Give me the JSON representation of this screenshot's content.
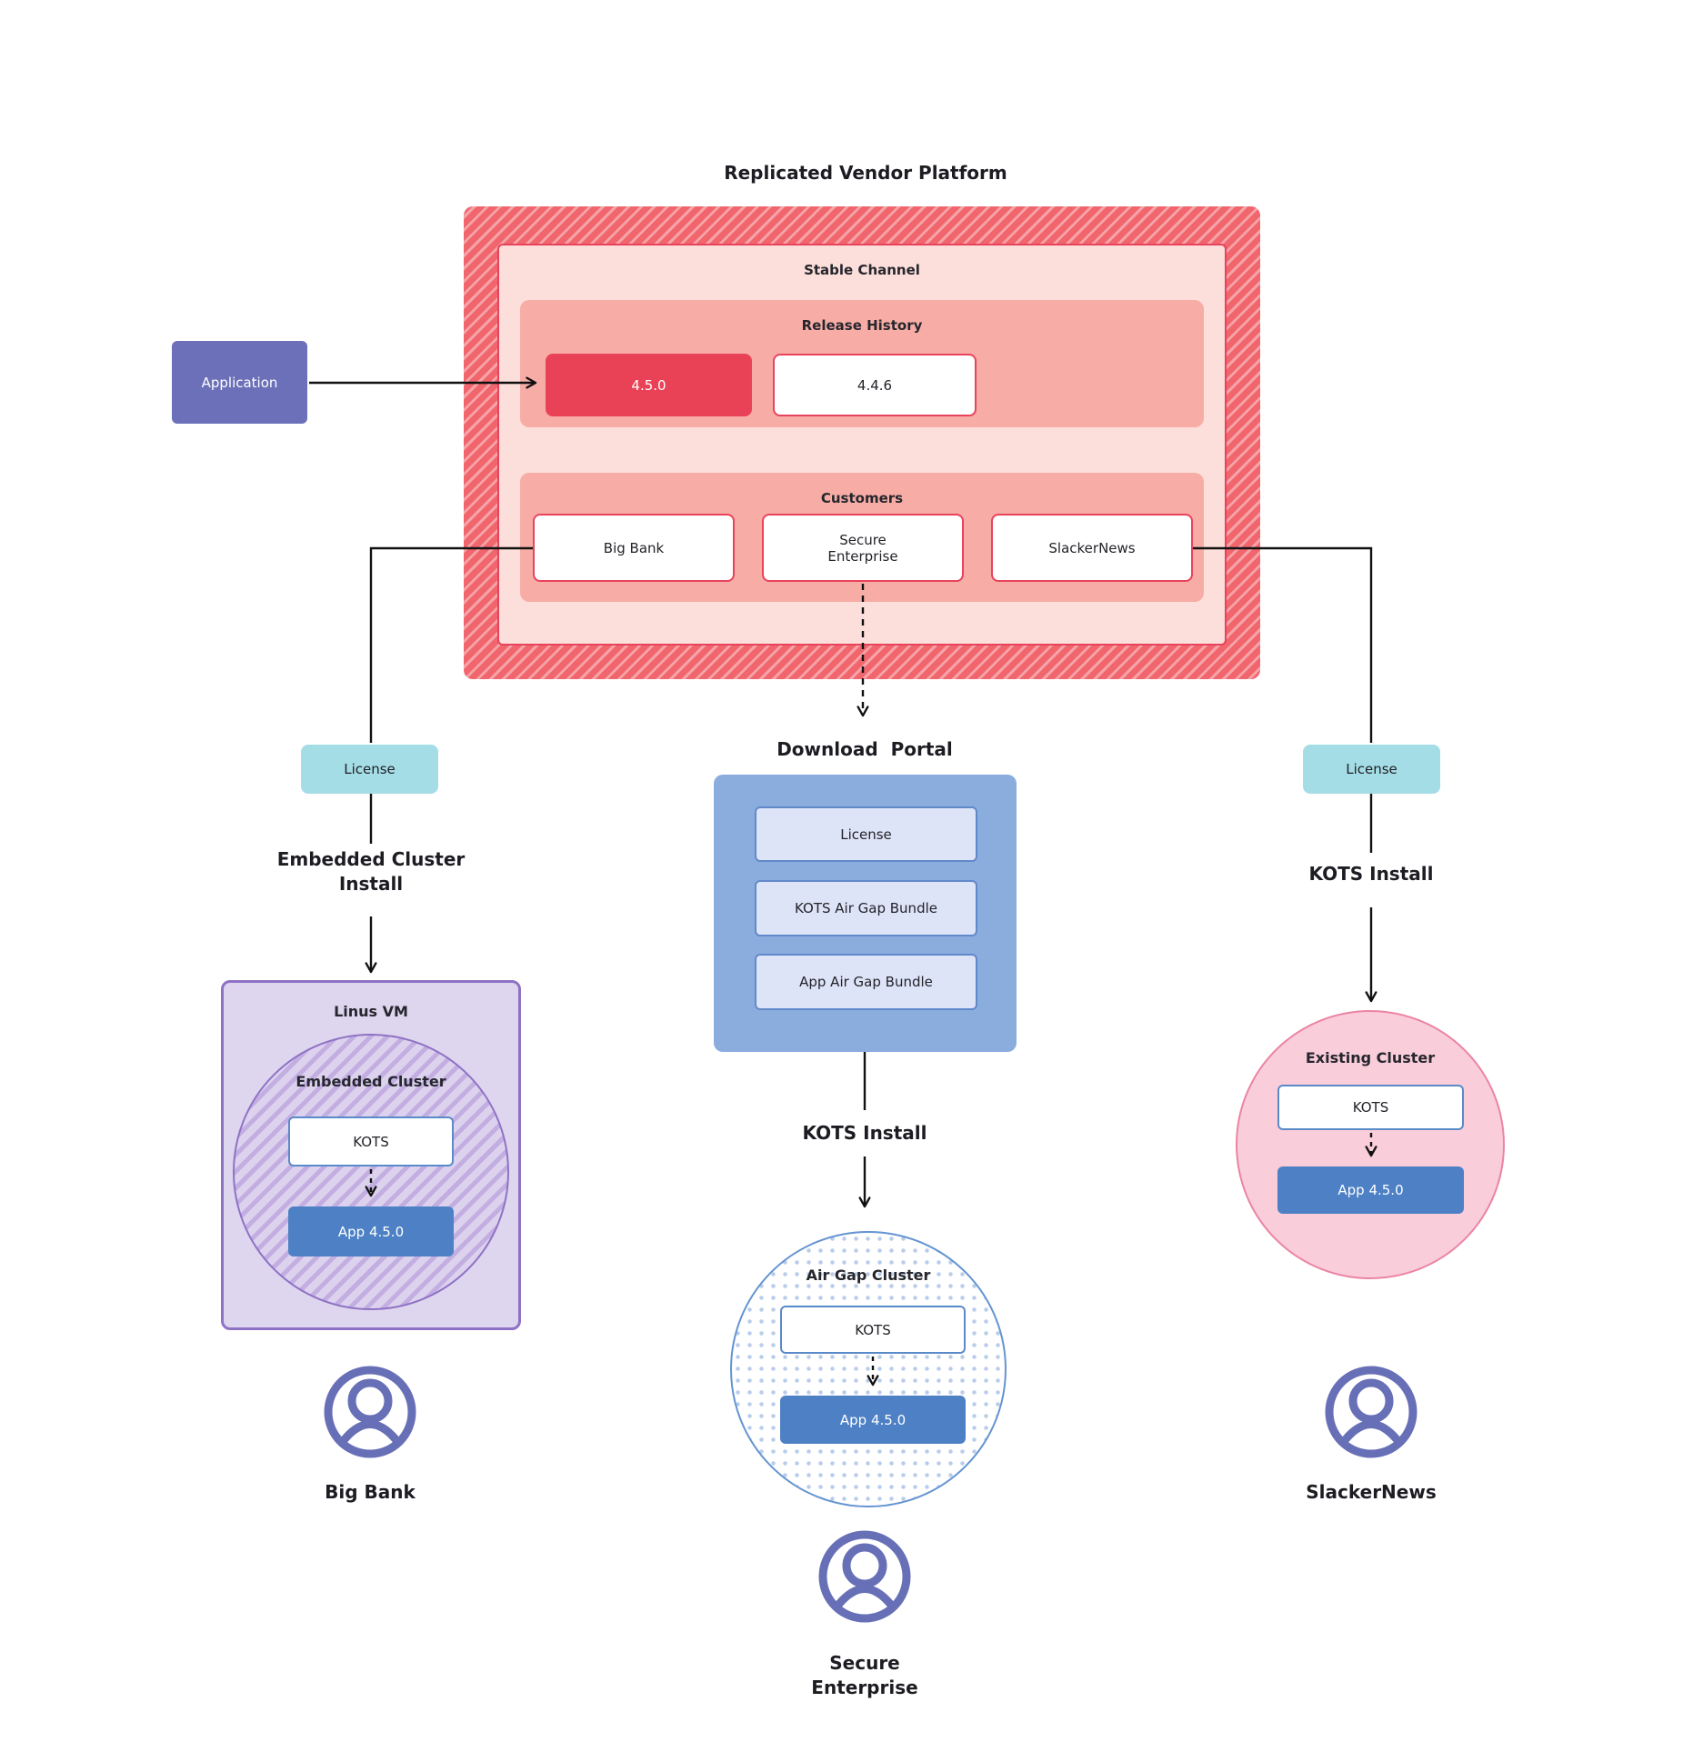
{
  "title": "Replicated Vendor Platform",
  "platform": {
    "stable_channel_label": "Stable Channel",
    "release_history_label": "Release History",
    "releases": [
      {
        "version": "4.5.0",
        "highlighted": true
      },
      {
        "version": "4.4.6",
        "highlighted": false
      }
    ],
    "customers_label": "Customers",
    "customers": [
      "Big Bank",
      "Secure Enterprise",
      "SlackerNews"
    ]
  },
  "application_label": "Application",
  "left_flow": {
    "license_label": "License",
    "install_label": "Embedded Cluster Install",
    "vm_label": "Linus VM",
    "cluster_label": "Embedded Cluster",
    "kots_label": "KOTS",
    "app_label": "App 4.5.0",
    "customer_name": "Big Bank"
  },
  "middle_flow": {
    "portal_label": "Download  Portal",
    "portal_items": [
      "License",
      "KOTS Air Gap Bundle",
      "App Air Gap Bundle"
    ],
    "install_label": "KOTS Install",
    "cluster_label": "Air Gap Cluster",
    "kots_label": "KOTS",
    "app_label": "App 4.5.0",
    "customer_name": "Secure Enterprise"
  },
  "right_flow": {
    "license_label": "License",
    "install_label": "KOTS Install",
    "cluster_label": "Existing Cluster",
    "kots_label": "KOTS",
    "app_label": "App 4.5.0",
    "customer_name": "SlackerNews"
  },
  "colors": {
    "release_highlight": "#e94257",
    "channel_border": "#e8435c",
    "hatch_red": "#f1656d",
    "app_blue": "#4d80c4",
    "license_teal": "#a5dde6",
    "portal_blue": "#8badde",
    "vm_purple": "#ded5ee",
    "existing_cluster_pink": "#f9cdd9",
    "person_icon": "#6770b6",
    "connector": "#111111"
  }
}
